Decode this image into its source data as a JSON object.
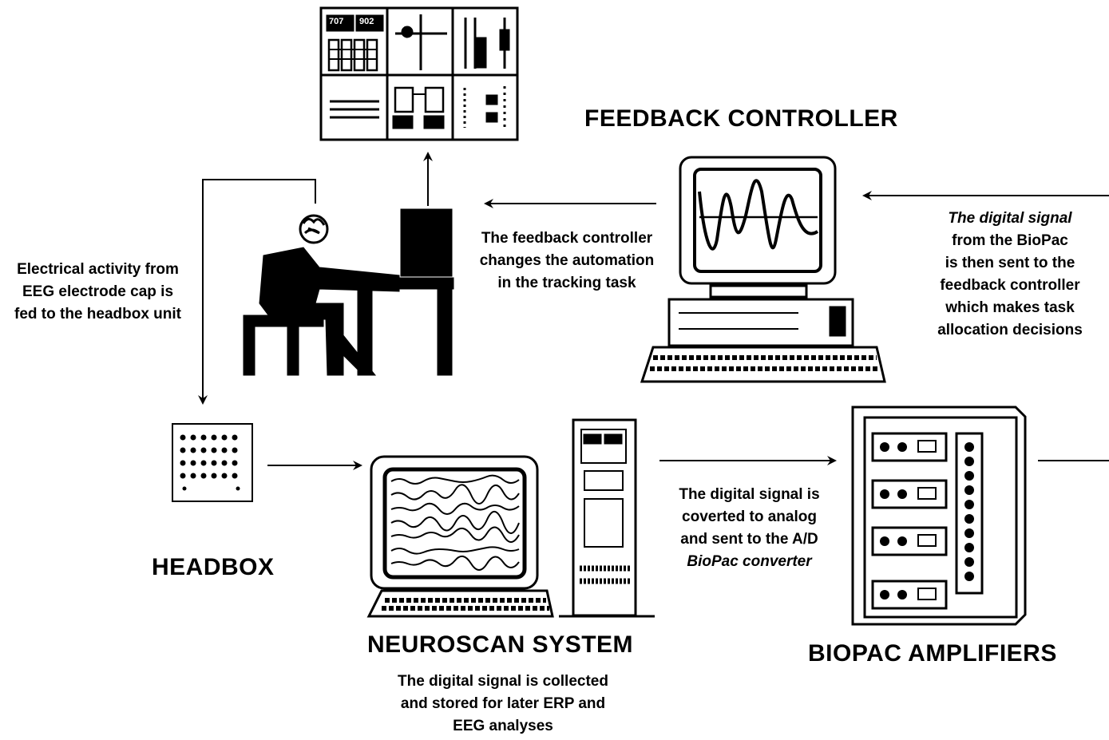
{
  "labels": {
    "feedback_controller": "FEEDBACK CONTROLLER",
    "headbox": "HEADBOX",
    "neuroscan_system": "NEUROSCAN SYSTEM",
    "biopac_amplifiers": "BIOPAC AMPLIFIERS"
  },
  "notes": {
    "feedback_changes": [
      "The feedback controller",
      "changes the automation",
      "in the tracking task"
    ],
    "eeg_to_headbox": [
      "Electrical activity from",
      "EEG electrode cap is",
      "fed to the headbox unit"
    ],
    "digital_signal_biopac": [
      "The digital signal",
      "from the BioPac",
      "is then sent to the",
      "feedback controller",
      "which makes task",
      "allocation decisions"
    ],
    "converted_to_analog": [
      "The digital signal is",
      "coverted to analog",
      "and sent to the A/D",
      "BioPac converter"
    ],
    "neuroscan_collects": [
      "The digital signal is collected",
      "and stored for later ERP and",
      "EEG analyses"
    ]
  },
  "panel_readouts": [
    "707",
    "902"
  ]
}
